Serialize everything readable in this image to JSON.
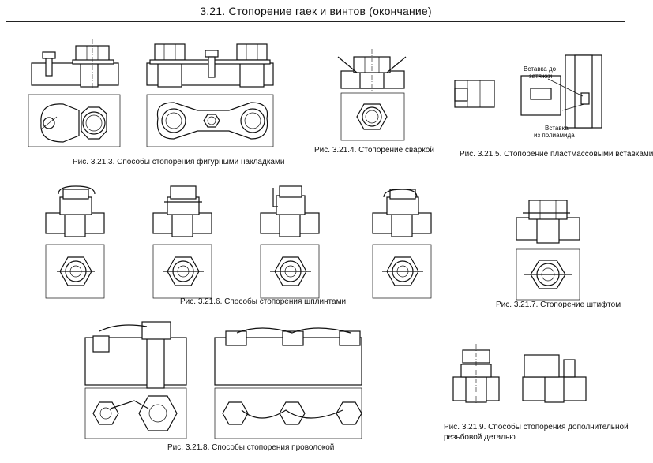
{
  "header": {
    "title": "3.21.  Стопорение гаек и винтов (окончание)"
  },
  "captions": {
    "fig_3_21_3": "Рис. 3.21.3. Способы стопорения фигурными накладками",
    "fig_3_21_4": "Рис. 3.21.4. Стопорение сваркой",
    "fig_3_21_5": "Рис. 3.21.5. Стопорение пластмассовыми вставками",
    "fig_3_21_6": "Рис. 3.21.6. Способы стопорения шплинтами",
    "fig_3_21_7": "Рис. 3.21.7. Стопорение штифтом",
    "fig_3_21_8": "Рис. 3.21.8. Способы стопорения проволокой",
    "fig_3_21_9_line1": "Рис. 3.21.9. Способы стопорения дополнительной",
    "fig_3_21_9_line2": "резьбовой деталью"
  },
  "labels": {
    "insert_tightening_1": "Вставка до",
    "insert_tightening_2": "затяжки",
    "insert_polyamide_1": "Вставка",
    "insert_polyamide_2": "из полиамида"
  }
}
